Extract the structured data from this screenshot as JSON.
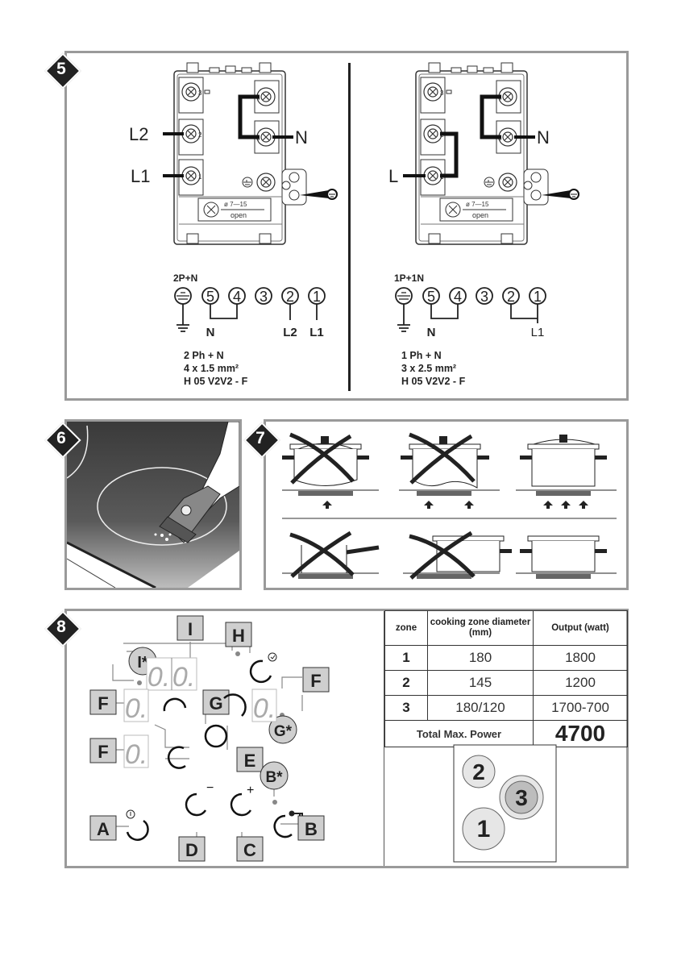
{
  "page": {
    "description": "Induction hob installation & usage manual page"
  },
  "sections": {
    "wiring": {
      "badge": "5",
      "left": {
        "title": "2P+N",
        "terminal_labels": [
          "L2",
          "L1",
          "N"
        ],
        "block_numbers": [
          "3",
          "2",
          "1",
          "4",
          "5"
        ],
        "cable_clamp": {
          "diameter": "ø 7—15",
          "label": "open"
        },
        "circuit_terminals": [
          "5",
          "4",
          "3",
          "2",
          "1"
        ],
        "circuit_labels": [
          "N",
          "L2",
          "L1"
        ],
        "spec_lines": [
          "2 Ph + N",
          "4 x 1.5 mm²",
          "H 05 V2V2 - F"
        ]
      },
      "right": {
        "title": "1P+1N",
        "terminal_labels": [
          "L",
          "N"
        ],
        "block_numbers": [
          "3",
          "2",
          "1",
          "4",
          "5"
        ],
        "cable_clamp": {
          "diameter": "ø 7—15",
          "label": "open"
        },
        "circuit_terminals": [
          "5",
          "4",
          "3",
          "2",
          "1"
        ],
        "circuit_labels": [
          "N",
          "L1"
        ],
        "spec_lines": [
          "1 Ph + N",
          "3 x 2.5 mm²",
          "H 05 V2V2 - F"
        ]
      }
    },
    "cleaning": {
      "badge": "6"
    },
    "cookware": {
      "badge": "7",
      "items": [
        {
          "name": "convex-bottom-pot",
          "ok": false,
          "arrows": 1
        },
        {
          "name": "warped-bottom-pot",
          "ok": false,
          "arrows": 2
        },
        {
          "name": "flat-bottom-pot",
          "ok": true,
          "arrows": 3
        },
        {
          "name": "small-pan-on-large-zone",
          "ok": false
        },
        {
          "name": "large-pot-offset",
          "ok": false
        },
        {
          "name": "matched-pot",
          "ok": true
        }
      ]
    },
    "controls": {
      "badge": "8",
      "labels": {
        "A": "A",
        "B": "B",
        "B_star": "B*",
        "C": "C",
        "D": "D",
        "E": "E",
        "F": "F",
        "G": "G",
        "G_star": "G*",
        "H": "H",
        "I": "I",
        "I_star": "I*"
      },
      "displays": {
        "timer": [
          "0.",
          "0."
        ],
        "zone": "0."
      },
      "symbols": {
        "minus": "−",
        "plus": "+"
      }
    },
    "table": {
      "headers": [
        "zone",
        "cooking zone diameter (mm)",
        "Output (watt)"
      ],
      "rows": [
        {
          "zone": "1",
          "diameter": "180",
          "output": "1800"
        },
        {
          "zone": "2",
          "diameter": "145",
          "output": "1200"
        },
        {
          "zone": "3",
          "diameter": "180/120",
          "output": "1700-700"
        }
      ],
      "total_label": "Total Max. Power",
      "total_value": "4700",
      "layout_zones": [
        "2",
        "3",
        "1"
      ]
    }
  },
  "colors": {
    "frame": "#9a9a9a",
    "label_fill": "#cfcfcf",
    "dark": "#222222",
    "zone_fill": "#e6e6e6",
    "zone3_fill": "#bdbdbd"
  }
}
